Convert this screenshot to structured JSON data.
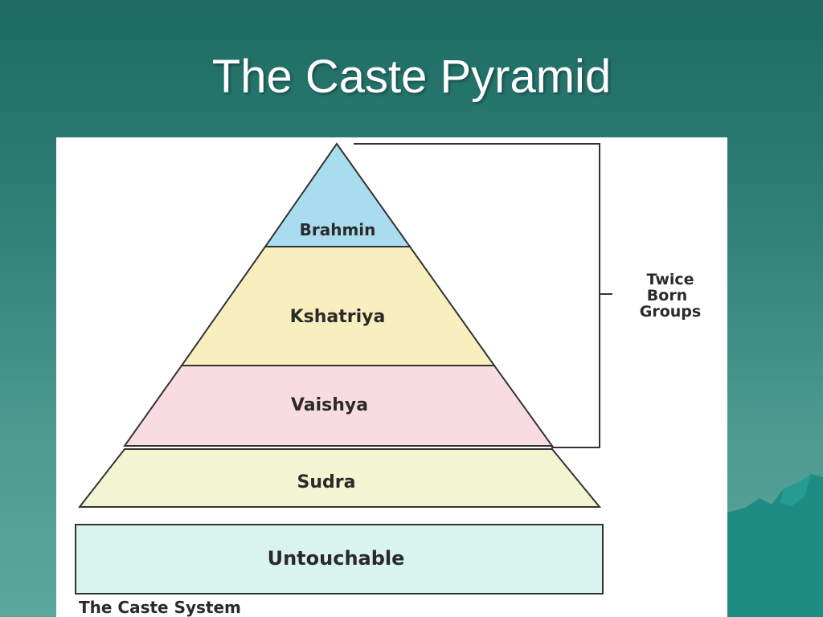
{
  "slide": {
    "title": "The Caste Pyramid"
  },
  "diagram": {
    "tiers": [
      {
        "label": "Brahmin",
        "color": "#a9dcef"
      },
      {
        "label": "Kshatriya",
        "color": "#f9efbe"
      },
      {
        "label": "Vaishya",
        "color": "#f9dce1"
      },
      {
        "label": "Sudra",
        "color": "#f3f4d2"
      },
      {
        "label": "Untouchable",
        "color": "#d9f3ee"
      }
    ],
    "bracket_label": [
      "Twice",
      "Born",
      "Groups"
    ],
    "caption": "The Caste System"
  },
  "colors": {
    "background": "#2f8078",
    "outline": "#333333"
  }
}
